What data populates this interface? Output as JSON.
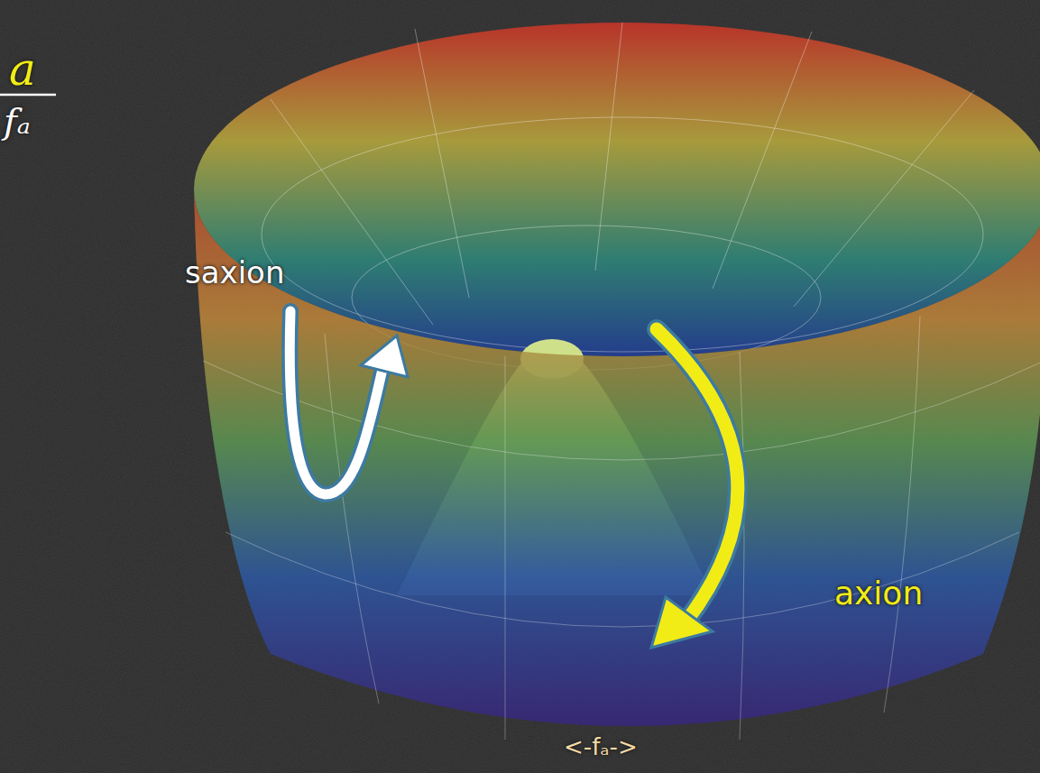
{
  "diagram": {
    "labels": [
      "a",
      "fₐ",
      "saxion",
      "axion",
      "<-fₐ->"
    ]
  }
}
